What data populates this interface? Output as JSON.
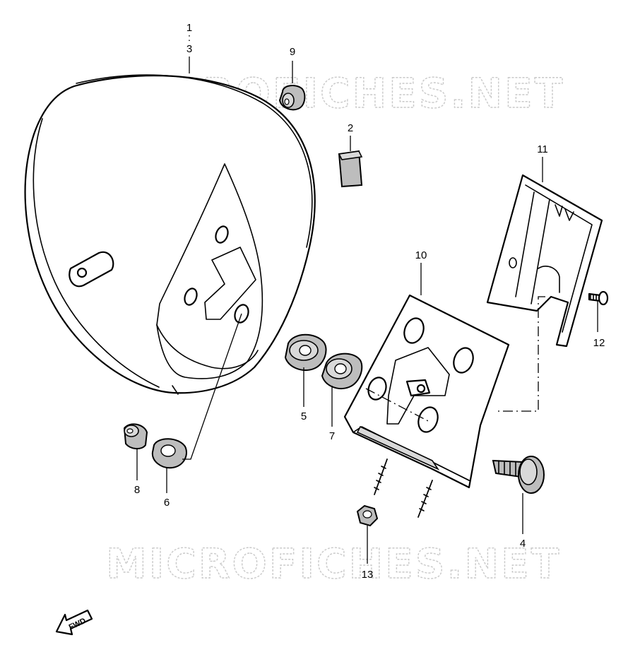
{
  "watermark": {
    "text": "MICROFICHES.NET"
  },
  "direction_label": "FWD",
  "callouts": {
    "c1": "1",
    "dots": ":",
    "c3": "3",
    "c2": "2",
    "c4": "4",
    "c5": "5",
    "c6": "6",
    "c7": "7",
    "c8": "8",
    "c9": "9",
    "c10": "10",
    "c11": "11",
    "c12": "12",
    "c13": "13"
  }
}
